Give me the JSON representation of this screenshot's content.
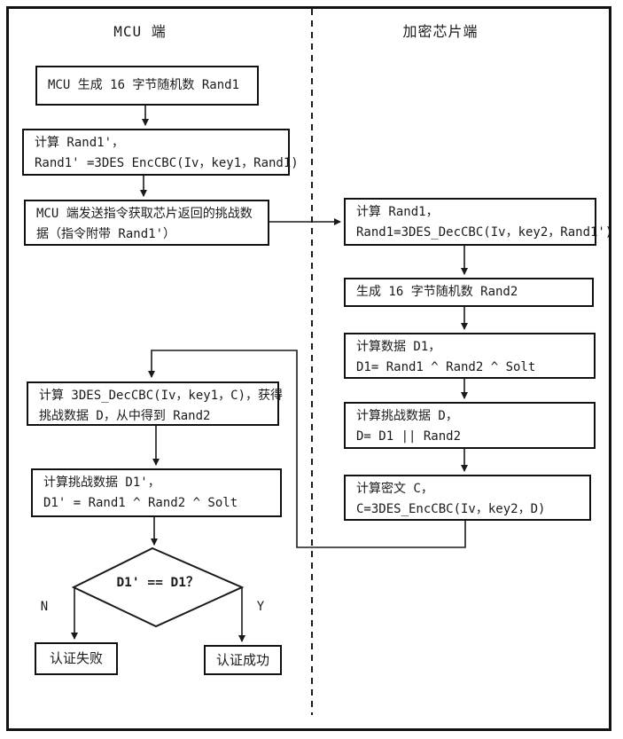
{
  "left": {
    "title": "MCU 端",
    "gen_rand1": {
      "line1": "MCU 生成 16 字节随机数 Rand1"
    },
    "calc_rand1p": {
      "line1": "计算 Rand1'，",
      "line2": "Rand1' =3DES EncCBC(Iv，key1，Rand1)"
    },
    "send_cmd": {
      "line1": "MCU 端发送指令获取芯片返回的挑战数",
      "line2": "据（指令附带 Rand1'）"
    },
    "decrypt_c": {
      "line1": "计算 3DES_DecCBC(Iv，key1，C)，获得",
      "line2": "挑战数据 D，从中得到 Rand2"
    },
    "calc_d1p": {
      "line1": "计算挑战数据 D1'，",
      "line2": "D1' = Rand1 ^ Rand2 ^ Solt"
    },
    "decision": "D1' == D1？",
    "branch_no": "N",
    "branch_yes": "Y",
    "auth_fail": "认证失败",
    "auth_success": "认证成功"
  },
  "right": {
    "title": "加密芯片端",
    "calc_rand1": {
      "line1": "计算 Rand1，",
      "line2": "Rand1=3DES_DecCBC(Iv，key2，Rand1')"
    },
    "gen_rand2": {
      "line1": "生成 16 字节随机数 Rand2"
    },
    "calc_d1": {
      "line1": "计算数据 D1，",
      "line2": "D1= Rand1 ^ Rand2 ^ Solt"
    },
    "calc_d": {
      "line1": "计算挑战数据 D，",
      "line2": "D= D1 || Rand2"
    },
    "calc_c": {
      "line1": "计算密文 C，",
      "line2": "C=3DES_EncCBC(Iv，key2，D)"
    }
  },
  "colors": {
    "line": "#1a1a1a",
    "background": "#ffffff"
  }
}
